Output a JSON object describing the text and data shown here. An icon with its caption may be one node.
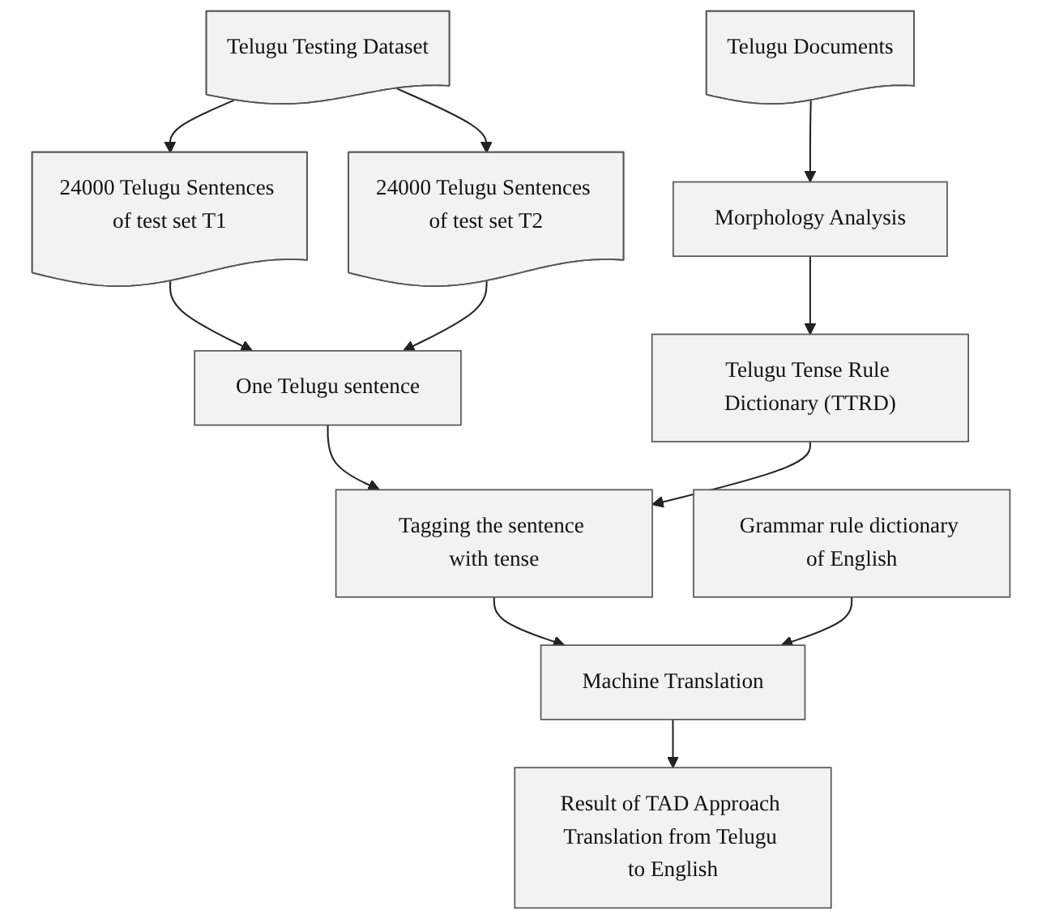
{
  "diagram": {
    "nodes": [
      {
        "text": [
          "Telugu Documents"
        ]
      },
      {
        "text": [
          "Telugu Testing Dataset"
        ]
      },
      {
        "text": [
          "Morphology Analysis"
        ]
      },
      {
        "text": [
          "24000 Telugu Sentences of test set T1"
        ]
      },
      {
        "text": [
          "24000 Telugu Sentences of test set T2"
        ]
      },
      {
        "text": [
          "Telugu Tense Rule Dictionary (TTRD)"
        ]
      },
      {
        "text": [
          "One Telugu sentence"
        ]
      },
      {
        "text": [
          "Tagging the sentence with tense"
        ]
      },
      {
        "text": [
          "Grammar rule dictionary of English"
        ]
      },
      {
        "text": [
          "Machine Translation"
        ]
      },
      {
        "text": [
          "Result of TAD Approach Translation from Telugu to English"
        ]
      }
    ],
    "edges": [
      {
        "from": 0,
        "to": 2,
        "arrow": "to"
      },
      {
        "from": 2,
        "to": 5,
        "arrow": "to"
      },
      {
        "from": 1,
        "to": 3,
        "arrow": "to"
      },
      {
        "from": 1,
        "to": 4,
        "arrow": "to"
      },
      {
        "from": 3,
        "to": 6,
        "arrow": "to"
      },
      {
        "from": 4,
        "to": 6,
        "arrow": "to"
      },
      {
        "from": 6,
        "to": 7,
        "arrow": "to"
      },
      {
        "from": 5,
        "to": 7,
        "arrow": "to"
      },
      {
        "from": 7,
        "to": 9,
        "arrow": "to"
      },
      {
        "from": 8,
        "to": 9,
        "arrow": "to"
      },
      {
        "from": 9,
        "to": 10,
        "arrow": "to"
      }
    ]
  }
}
